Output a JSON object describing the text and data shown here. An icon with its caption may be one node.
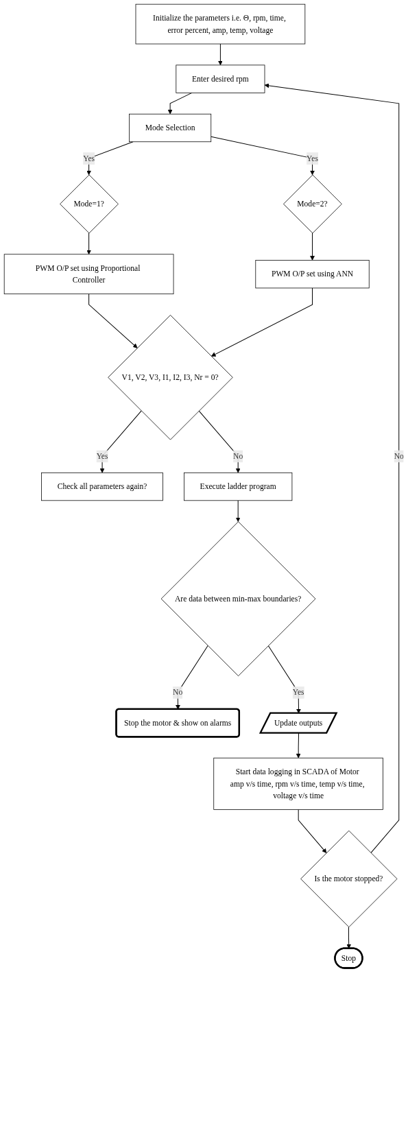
{
  "diagram": {
    "nodes": [
      {
        "text": [
          "Initialize the parameters i.e. Θ, rpm, time, error percent, amp, temp, voltage"
        ]
      },
      {
        "text": [
          "Enter desired rpm"
        ]
      },
      {
        "text": [
          "Mode Selection"
        ]
      },
      {
        "text": [
          "Mode=1?"
        ]
      },
      {
        "text": [
          "Mode=2?"
        ]
      },
      {
        "text": [
          "PWM O/P set using Proportional Controller"
        ]
      },
      {
        "text": [
          "PWM O/P set using ANN"
        ]
      },
      {
        "text": [
          "V1, V2, V3, I1, I2, I3, Nr = 0?"
        ]
      },
      {
        "text": [
          "Check all parameters again?"
        ]
      },
      {
        "text": [
          "Execute ladder program"
        ]
      },
      {
        "text": [
          "Are data between min-max boundaries?"
        ]
      },
      {
        "text": [
          "Stop the motor & show on alarms"
        ]
      },
      {
        "text": [
          "Update outputs"
        ]
      },
      {
        "text": [
          "Start data logging in SCADA of Motor amp v/s time, rpm v/s time, temp v/s time, voltage v/s time"
        ]
      },
      {
        "text": [
          "Is the motor stopped?"
        ]
      },
      {
        "text": [
          "Stop"
        ]
      }
    ],
    "edges": [
      {
        "from": 0,
        "to": 1,
        "arrow": "to"
      },
      {
        "from": 1,
        "to": 2,
        "arrow": "to"
      },
      {
        "from": 2,
        "to": 3,
        "arrow": "to",
        "label": "Yes"
      },
      {
        "from": 2,
        "to": 4,
        "arrow": "to",
        "label": "Yes"
      },
      {
        "from": 3,
        "to": 5,
        "arrow": "to"
      },
      {
        "from": 4,
        "to": 6,
        "arrow": "to"
      },
      {
        "from": 5,
        "to": 7,
        "arrow": "to"
      },
      {
        "from": 6,
        "to": 7,
        "arrow": "to"
      },
      {
        "from": 7,
        "to": 8,
        "arrow": "to",
        "label": "Yes"
      },
      {
        "from": 7,
        "to": 9,
        "arrow": "to",
        "label": "No"
      },
      {
        "from": 9,
        "to": 10,
        "arrow": "to"
      },
      {
        "from": 10,
        "to": 11,
        "arrow": "to",
        "label": "No"
      },
      {
        "from": 10,
        "to": 12,
        "arrow": "to",
        "label": "Yes"
      },
      {
        "from": 12,
        "to": 13,
        "arrow": "to"
      },
      {
        "from": 13,
        "to": 14,
        "arrow": "to"
      },
      {
        "from": 14,
        "to": 15,
        "arrow": "to"
      },
      {
        "from": 14,
        "to": 1,
        "arrow": "to",
        "label": "No"
      }
    ]
  }
}
